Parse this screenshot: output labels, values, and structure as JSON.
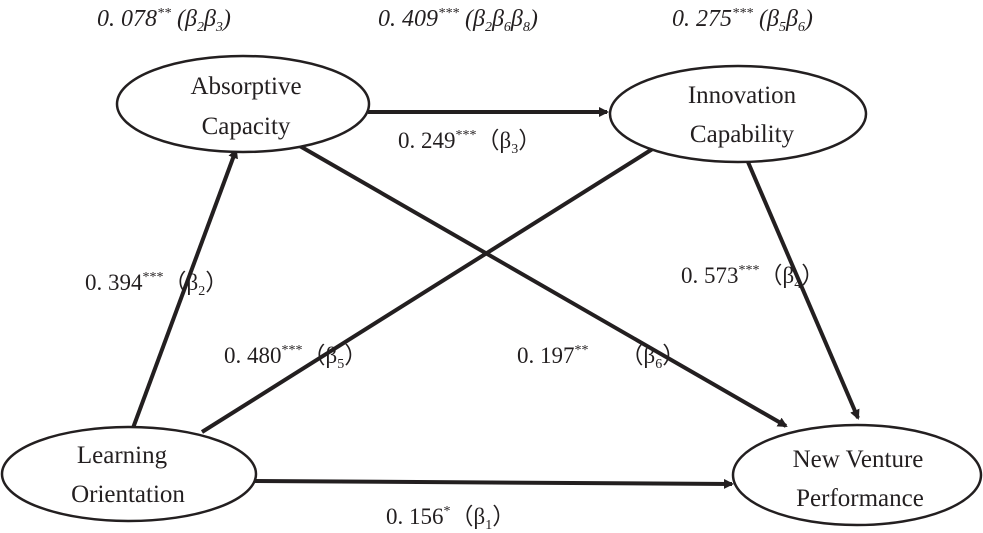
{
  "nodes": {
    "absorptive": {
      "line1": "Absorptive",
      "line2": "Capacity"
    },
    "innovation": {
      "line1": "Innovation",
      "line2": "Capability"
    },
    "learning": {
      "line1": "Learning",
      "line2": "Orientation"
    },
    "performance": {
      "line1": "New Venture",
      "line2": "Performance"
    }
  },
  "indirect": [
    {
      "value": "0. 078",
      "stars": "**",
      "open": " (",
      "b1": "β",
      "s1": "2",
      "b2": "β",
      "s2": "3",
      "b3": "",
      "s3": "",
      "close": ")"
    },
    {
      "value": "0. 409",
      "stars": "***",
      "open": " (",
      "b1": "β",
      "s1": "2",
      "b2": "β",
      "s2": "6",
      "b3": "β",
      "s3": "8",
      "close": ")"
    },
    {
      "value": "0. 275",
      "stars": "***",
      "open": " (",
      "b1": "β",
      "s1": "5",
      "b2": "β",
      "s2": "6",
      "b3": "",
      "s3": "",
      "close": ")"
    }
  ],
  "paths": {
    "ac_ic": {
      "value": "0. 249",
      "stars": "***",
      "open": "（",
      "beta": "β",
      "sub": "3",
      "close": "）"
    },
    "lo_ac": {
      "value": "0. 394",
      "stars": "***",
      "open": "（",
      "beta": "β",
      "sub": "2",
      "close": "）"
    },
    "ic_nvp": {
      "value": "0. 573",
      "stars": "***",
      "open": "（",
      "beta": "β",
      "sub": "4",
      "close": "）"
    },
    "lo_ic": {
      "value": "0. 480",
      "stars": "***",
      "open": "（",
      "beta": "β",
      "sub": "5",
      "close": "）"
    },
    "ac_nvp": {
      "value": "0. 197",
      "stars": "**",
      "open": "（",
      "beta": "β",
      "sub": "6",
      "close": "）"
    },
    "lo_nvp": {
      "value": "0. 156",
      "stars": "*",
      "open": "（",
      "beta": "β",
      "sub": "1",
      "close": "）"
    }
  },
  "colors": {
    "ink": "#231f20",
    "background": "#ffffff"
  }
}
